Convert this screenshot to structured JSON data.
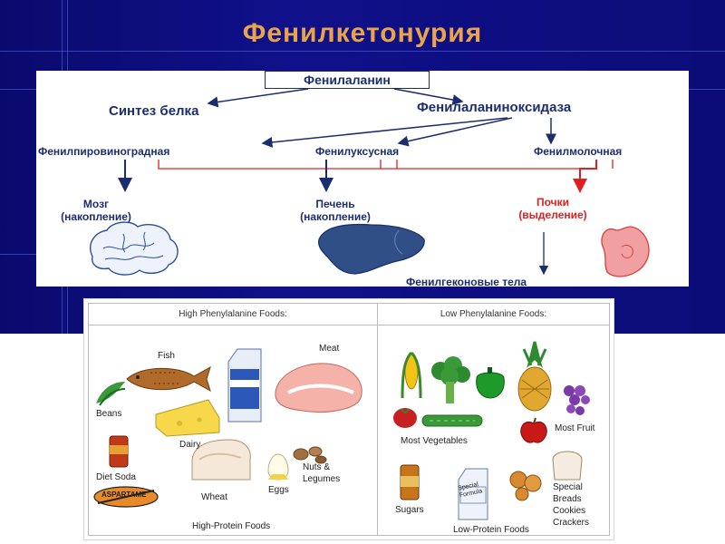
{
  "slide": {
    "title": "Фенилкетонурия",
    "colors": {
      "background": "#0c0c78",
      "title": "#e9a34a",
      "node_text": "#1b2d6e",
      "excretion": "#e02020"
    }
  },
  "diagram": {
    "root": "Фенилаланин",
    "left_branch": "Синтез белка",
    "right_branch": "Фенилаланиноксидаза",
    "metabolites": [
      "Фенилпировиноградная",
      "Фенилуксусная",
      "Фенилмолочная"
    ],
    "targets": {
      "brain": {
        "name": "Мозг",
        "process": "(накопление)"
      },
      "liver": {
        "name": "Печень",
        "process": "(накопление)"
      },
      "kidneys": {
        "name": "Почки",
        "process": "(выделение)"
      }
    },
    "ketone_bodies": "Фенилгеконовые тела",
    "icons": [
      "brain-icon",
      "liver-icon",
      "kidney-icon"
    ]
  },
  "foods": {
    "high": {
      "header": "High Phenylalanine Foods:",
      "items": [
        "Fish",
        "Meat",
        "Beans",
        "Dairy",
        "Diet Soda",
        "Nuts &\nLegumes",
        "Wheat",
        "Eggs"
      ],
      "badge": "ASPARTAME",
      "footer": "High-Protein Foods",
      "icons": [
        "fish-icon",
        "milk-carton-icon",
        "meat-icon",
        "beans-icon",
        "cheese-icon",
        "soda-can-icon",
        "bread-icon",
        "egg-icon",
        "nuts-icon"
      ]
    },
    "low": {
      "header": "Low Phenylalanine Foods:",
      "items": [
        "Most Vegetables",
        "Most Fruit",
        "Sugars",
        "Special\nBreads\nCookies\nCrackers"
      ],
      "carton_text": "Special\nFormula",
      "footer": "Low-Protein Foods",
      "icons": [
        "corn-icon",
        "broccoli-icon",
        "pepper-icon",
        "pineapple-icon",
        "grapes-icon",
        "tomato-icon",
        "cucumber-icon",
        "apple-icon",
        "sugar-can-icon",
        "formula-carton-icon",
        "cookies-icon",
        "bread-slice-icon"
      ]
    }
  }
}
